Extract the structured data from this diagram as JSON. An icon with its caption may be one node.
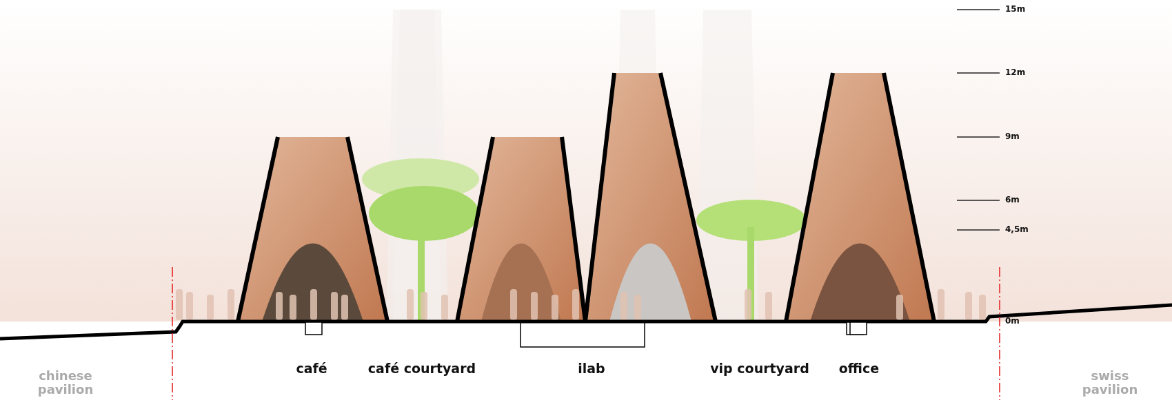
{
  "diagram": {
    "labels": [
      "15m",
      "12m",
      "9m",
      "6m",
      "4,5m",
      "0m",
      "chinese pavilion",
      "café",
      "café courtyard",
      "ilab",
      "vip courtyard",
      "office",
      "swiss pavilion"
    ]
  }
}
